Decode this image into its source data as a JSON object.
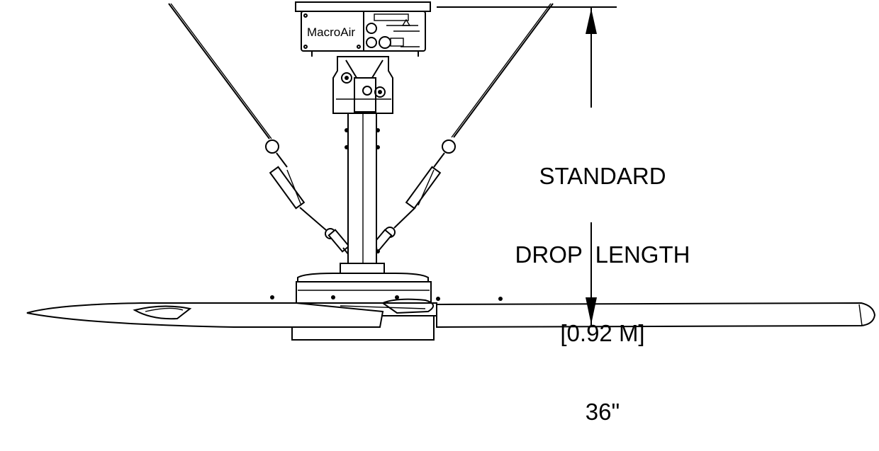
{
  "motor": {
    "brand": "MacroAir"
  },
  "dimension": {
    "line1": "STANDARD",
    "line2": "DROP  LENGTH",
    "line3": "[0.92 M]",
    "line4": "36\""
  }
}
